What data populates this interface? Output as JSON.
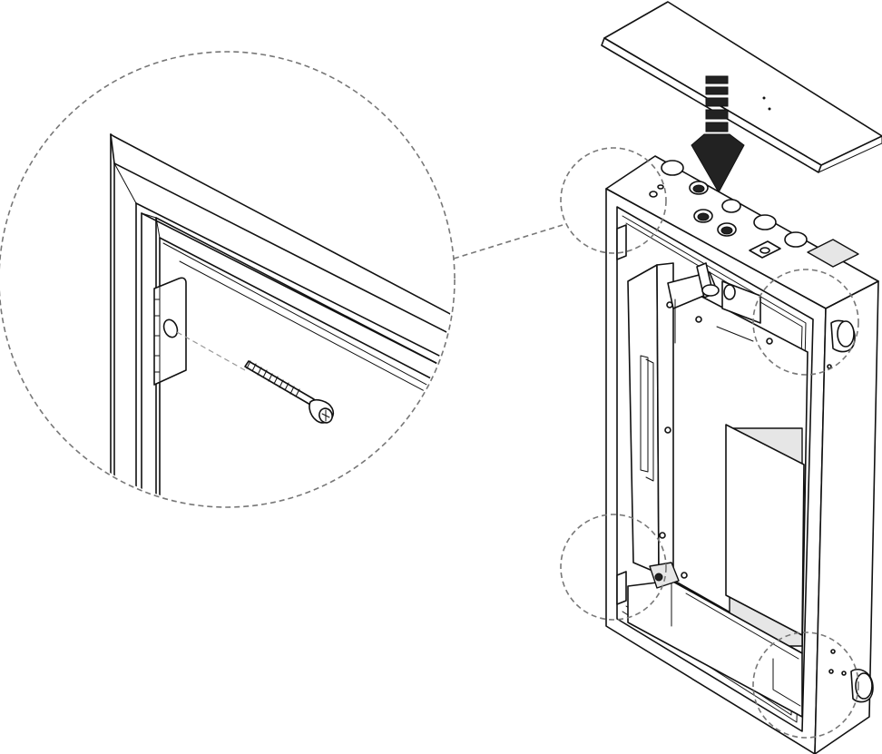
{
  "diagram": {
    "kind": "installation-step",
    "description_icons": [
      "cover-panel",
      "down-arrow",
      "enclosure-cabinet",
      "screw",
      "mounting-bracket"
    ],
    "colors": {
      "line": "#111111",
      "dashed_callout": "#777777",
      "background": "#ffffff",
      "arrow": "#111111"
    }
  }
}
